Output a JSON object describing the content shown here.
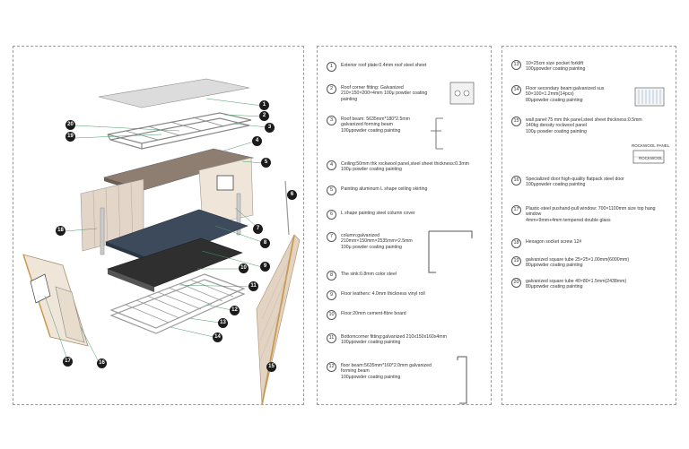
{
  "callouts": [
    "1",
    "2",
    "3",
    "4",
    "5",
    "6",
    "7",
    "8",
    "9",
    "10",
    "11",
    "12",
    "13",
    "14",
    "15",
    "16",
    "17",
    "18",
    "19",
    "20"
  ],
  "items_left": [
    {
      "num": "1",
      "lines": [
        "Exterior roof plate:0.4mm roof steel sheet"
      ]
    },
    {
      "num": "2",
      "lines": [
        "Roof corner fitting: Galvanized",
        "210×150×200×4mm 100μ powder coating",
        "painting"
      ]
    },
    {
      "num": "3",
      "lines": [
        "Roof beam: 5635mm*180*2.5mm",
        "galvanized forming beam",
        "100μpowder coating painting"
      ]
    },
    {
      "num": "4",
      "lines": [
        "Ceiling:50mm thk rockwool panel,steel sheet thickness:0.3mm",
        "100μ powder coating painting"
      ]
    },
    {
      "num": "5",
      "lines": [
        "Painting aluminum L shape ceiling skirting"
      ]
    },
    {
      "num": "6",
      "lines": [
        "L shape painting steel column cover"
      ]
    },
    {
      "num": "7",
      "lines": [
        "column:galvanized",
        "210mm×150mm×2535mm×2.5mm",
        "100μ powder coating painting"
      ]
    },
    {
      "num": "8",
      "lines": [
        "The sink:0.8mm color steel"
      ]
    },
    {
      "num": "9",
      "lines": [
        "Floor leathers: 4.0mm thickness vinyl roll"
      ]
    },
    {
      "num": "10",
      "lines": [
        "Floor:20mm cement-fibre board"
      ]
    },
    {
      "num": "11",
      "lines": [
        "Bottomcorner fitting:galvanized 210x150x160x4mm",
        "100μpowder coating painting"
      ]
    },
    {
      "num": "12",
      "lines": [
        "floor beam:5635mm*160*2.0mm galvanized",
        "forming beam",
        "100μpowder coating painting"
      ]
    }
  ],
  "items_right": [
    {
      "num": "13",
      "lines": [
        "10×25cm size pocket forklift",
        "100μpowder coating painting"
      ]
    },
    {
      "num": "14",
      "lines": [
        "Floor secondary beam:galvanized sus",
        "50×100×1.2mm(14pcs)",
        "80μpowder coating painting"
      ]
    },
    {
      "num": "15",
      "lines": [
        "wall panel:75 mm thk panel,steel sheet thickness:0.5mm",
        "140kg density rockwool panel",
        "100μ powder coating painting"
      ]
    },
    {
      "num": "16",
      "lines": [
        "Specialized door:high-quality flatpack steel door",
        "100μpowder coating painting"
      ]
    },
    {
      "num": "17",
      "lines": [
        "Plastic-steel pushand-pull window: 700×1100mm size top hang",
        "window",
        "4mm+9mm+4mm tempered double glass"
      ]
    },
    {
      "num": "18",
      "lines": [
        "Hexagon socket screw 12#"
      ]
    },
    {
      "num": "19",
      "lines": [
        "galvanized square tube 25×25×1.00mm(6000mm)",
        "80μpowder coating painting"
      ]
    },
    {
      "num": "20",
      "lines": [
        "galvanized square tube 40×80×1.5mm(2438mm)",
        "80μpowder coating painting"
      ]
    }
  ],
  "panel_labels": {
    "top": "ROCKWOOL PANEL",
    "bottom": "ROCKWOOL"
  }
}
